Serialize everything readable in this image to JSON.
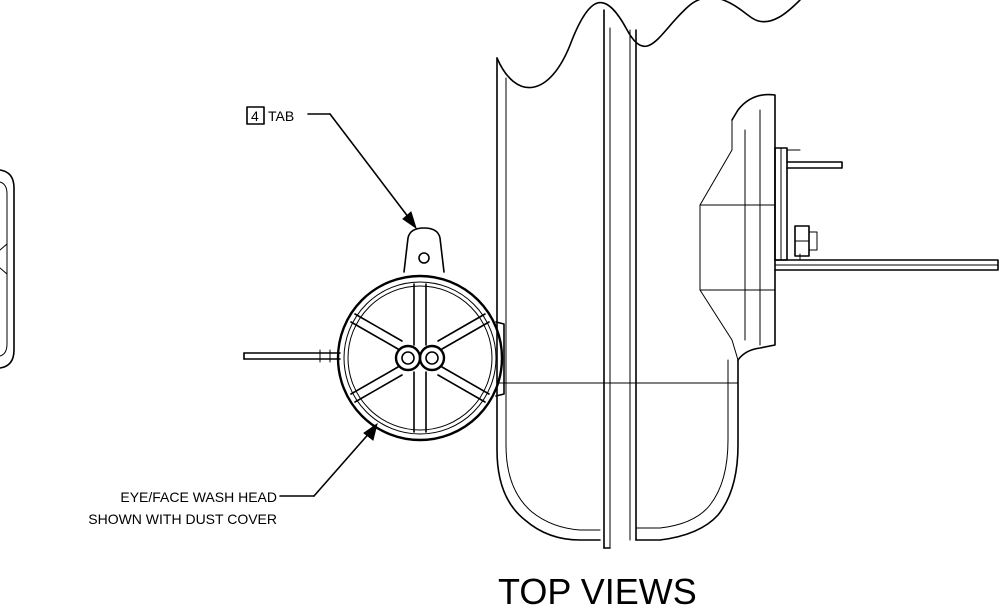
{
  "callouts": {
    "tab": {
      "item_number": "4",
      "text": "TAB"
    },
    "eyewash_line1": "EYE/FACE WASH HEAD",
    "eyewash_line2": "SHOWN WITH DUST COVER"
  },
  "view_title": "TOP VIEWS"
}
